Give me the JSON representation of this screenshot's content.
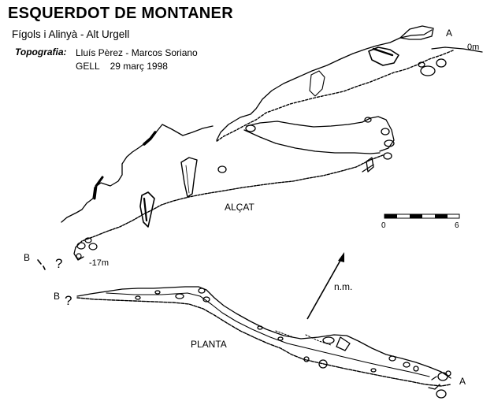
{
  "title": "ESQUERDOT DE MONTANER",
  "subtitle": "Fígols i Alinyà - Alt Urgell",
  "topography": {
    "label": "Topografia:",
    "authors": "Lluís Pèrez - Marcos Soriano",
    "group_and_date": "GELL    29 març 1998"
  },
  "elevation": {
    "label": "ALÇAT",
    "entrance_marker": "A",
    "entrance_depth": "0m",
    "end_marker": "B",
    "end_depth": "-17m",
    "unknown_marker": "?"
  },
  "plan": {
    "label": "PLANTA",
    "entrance_marker": "A",
    "end_marker": "B",
    "unknown_marker": "?"
  },
  "north": {
    "label": "n.m."
  },
  "scale": {
    "start": "0",
    "end": "6"
  },
  "colors": {
    "ink": "#000000",
    "paper": "#ffffff"
  }
}
